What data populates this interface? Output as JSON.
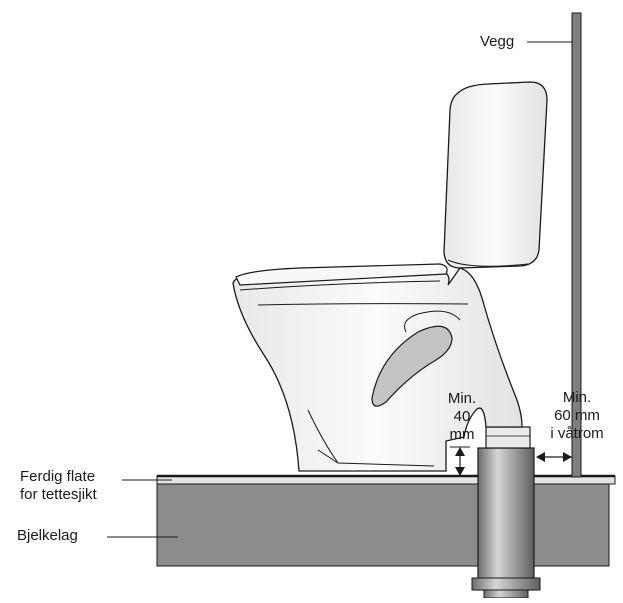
{
  "labels": {
    "wall": "Vegg",
    "finished_surface_line1": "Ferdig flate",
    "finished_surface_line2": "for tettesjikt",
    "joists": "Bjelkelag",
    "min_height_line1": "Min.",
    "min_height_line2": "40",
    "min_height_line3": "mm",
    "min_wall_line1": "Min.",
    "min_wall_line2": "60 mm",
    "min_wall_line3": "i våtrom"
  },
  "colors": {
    "wall": "#7f7f7f",
    "joist": "#8c8c8c",
    "toilet": "#f4f4f4",
    "pipe": "#9a9a9a",
    "outline": "#1a1a1a"
  }
}
